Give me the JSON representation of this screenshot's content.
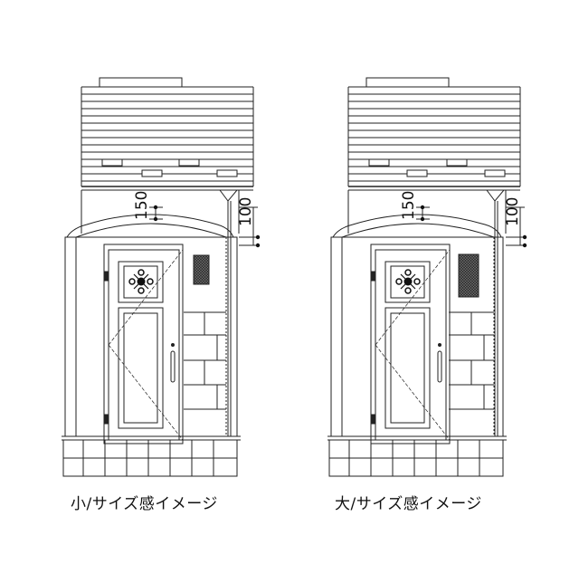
{
  "drawings": [
    {
      "caption": "小/サイズ感イメージ",
      "dim_arch": "150",
      "dim_eave": "100",
      "variant": "small"
    },
    {
      "caption": "大/サイズ感イメージ",
      "dim_arch": "150",
      "dim_eave": "100",
      "variant": "large"
    }
  ],
  "colors": {
    "line": "#222222",
    "mailbox_small": "#2a2a2a",
    "mailbox_large": "#2a2a2a"
  }
}
